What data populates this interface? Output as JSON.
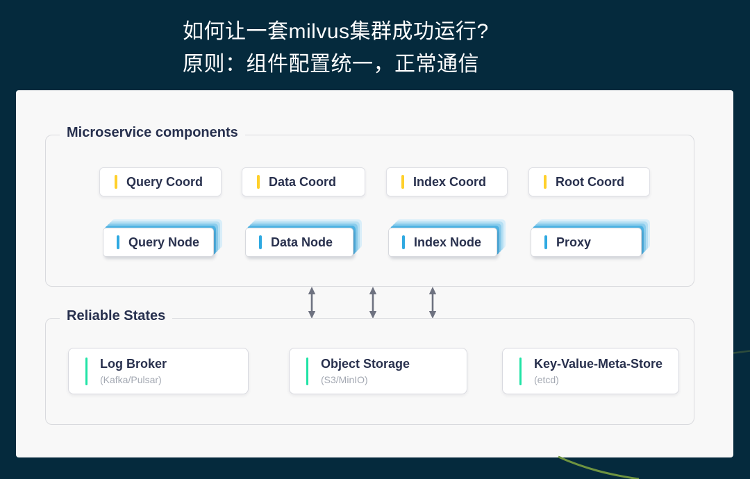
{
  "header": {
    "title_line1": "如何让一套milvus集群成功运行?",
    "title_line2": "原则：组件配置统一，正常通信"
  },
  "microservices": {
    "label": "Microservice components",
    "coords": [
      {
        "label": "Query Coord"
      },
      {
        "label": "Data Coord"
      },
      {
        "label": "Index Coord"
      },
      {
        "label": "Root Coord"
      }
    ],
    "nodes": [
      {
        "label": "Query Node"
      },
      {
        "label": "Data Node"
      },
      {
        "label": "Index Node"
      },
      {
        "label": "Proxy"
      }
    ]
  },
  "reliable_states": {
    "label": "Reliable States",
    "stores": [
      {
        "title": "Log Broker",
        "subtitle": "(Kafka/Pulsar)"
      },
      {
        "title": "Object Storage",
        "subtitle": "(S3/MinIO)"
      },
      {
        "title": "Key-Value-Meta-Store",
        "subtitle": "(etcd)"
      }
    ]
  },
  "connections": {
    "arrow_count": 3,
    "style": "bidirectional-vertical"
  },
  "colors": {
    "background": "#052a3d",
    "card": "#f8f8f8",
    "coord_accent": "#ffd02b",
    "node_accent": "#2fa9e1",
    "store_accent": "#1fe3a5",
    "text_dark": "#28304d",
    "text_gray": "#a3a8b2",
    "arrow": "#6e7280",
    "curve": "#6e9340"
  }
}
